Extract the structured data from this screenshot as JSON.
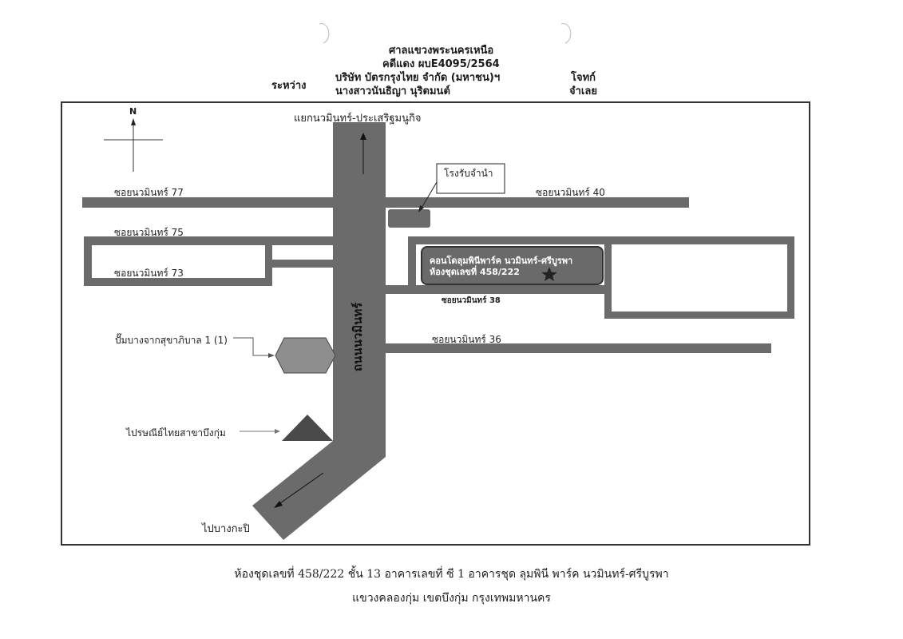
{
  "header": {
    "court": "ศาลแขวงพระนครเหนือ",
    "case_no": "คดีแดง ผบE4095/2564",
    "between": "ระหว่าง",
    "plaintiff_label": "โจทก์",
    "plaintiff": "บริษัท บัตรกรุงไทย จำกัด (มหาชน)ฯ",
    "defendant": "นางสาวนันธิญา นุริตมนต์",
    "defendant_label": "จำเลย"
  },
  "map": {
    "north": "N",
    "junction": "แยกนวมินทร์-ประเสริฐมนูกิจ",
    "main_road": "ถนนนวมินทร์",
    "soi77": "ซอยนวมินทร์ 77",
    "soi75": "ซอยนวมินทร์ 75",
    "soi73": "ซอยนวมินทร์ 73",
    "soi40": "ซอยนวมินทร์ 40",
    "soi38": "ซอยนวมินทร์ 38",
    "soi36": "ซอยนวมินทร์ 36",
    "pawnshop": "โรงรับจำนำ",
    "condo_line1": "คอนโดลุมพินีพาร์ค นวมินทร์-ศรีบูรพา",
    "condo_line2": "ห้องชุดเลขที่ 458/222",
    "gas_station": "ปั๊มบางจากสุขาภิบาล 1 (1)",
    "post_office": "ไปรษณีย์ไทยสาขาบึงกุ่ม",
    "to_bangkapi": "ไปบางกะปิ"
  },
  "footer": {
    "line1": "ห้องชุดเลขที่ 458/222 ชั้น 13 อาคารเลขที่ ซี 1 อาคารชุด ลุมพินี พาร์ค นวมินทร์-ศรีบูรพา",
    "line2": "แขวงคลองกุ่ม เขตบึงกุ่ม กรุงเทพมหานคร"
  },
  "colors": {
    "road": "#6b6b6b",
    "frame": "#333333",
    "condo_fill": "#6a6a6a",
    "gas": "#8e8e8e",
    "post": "#4a4a4a"
  }
}
